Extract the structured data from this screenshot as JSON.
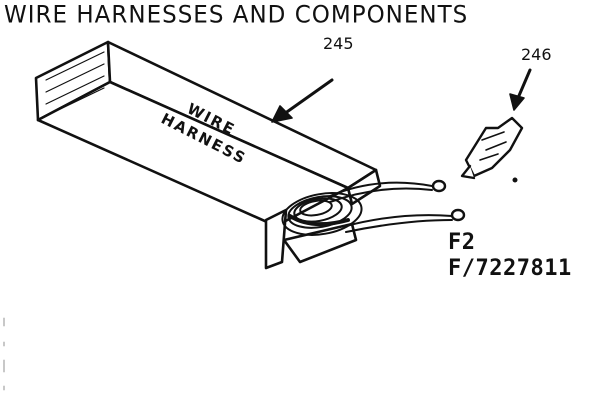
{
  "title": "WIRE HARNESSES AND COMPONENTS",
  "callouts": {
    "harness_box": "245",
    "connector": "246"
  },
  "box_label": {
    "line1": "WIRE",
    "line2": "HARNESS"
  },
  "figure_code": {
    "line1": "F2",
    "line2": "F/7227811"
  }
}
